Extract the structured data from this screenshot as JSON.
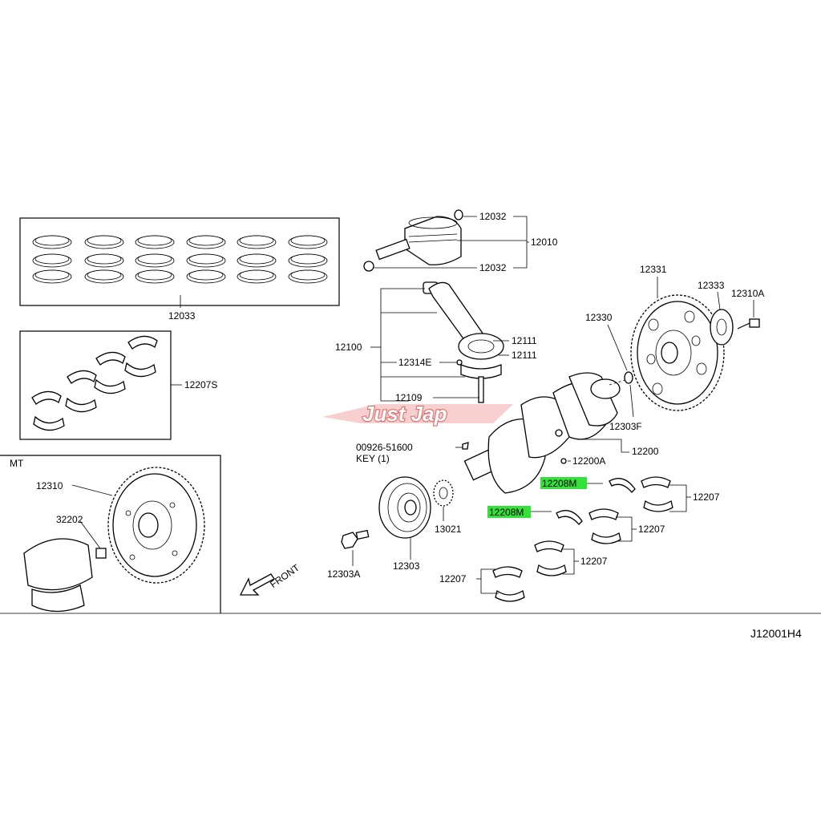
{
  "diagram": {
    "drawing_code": "J12001H4",
    "section_mt": "MT",
    "front_label": "FRONT",
    "watermark": "Just Jap",
    "part_labels": {
      "p12033": "12033",
      "p12207S": "12207S",
      "p12310": "12310",
      "p32202": "32202",
      "p12032_top": "12032",
      "p12032_bottom": "12032",
      "p12010": "12010",
      "p12100": "12100",
      "p12111_a": "12111",
      "p12111_b": "12111",
      "p12314E": "12314E",
      "p12109": "12109",
      "p12330": "12330",
      "p12331": "12331",
      "p12333": "12333",
      "p12310A": "12310A",
      "p12303F": "12303F",
      "p00926": "00926-51600",
      "p_key": "KEY (1)",
      "p12200": "12200",
      "p12200A": "12200A",
      "p12208M_a": "12208M",
      "p12208M_b": "12208M",
      "p12207_a": "12207",
      "p12207_b": "12207",
      "p12207_c": "12207",
      "p12207_d": "12207",
      "p13021": "13021",
      "p12303": "12303",
      "p12303A": "12303A"
    },
    "highlight_color": "#35e03a"
  }
}
